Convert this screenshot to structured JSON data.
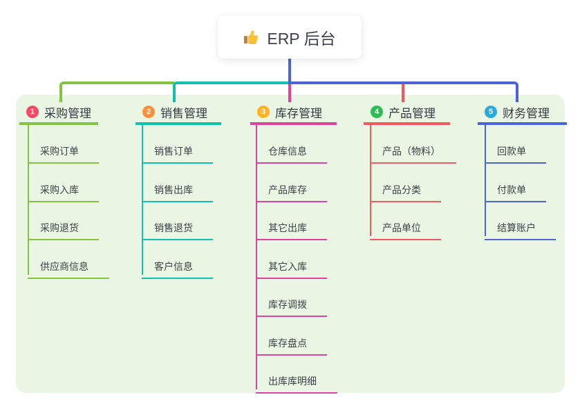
{
  "root": {
    "title": "ERP 后台",
    "icon_emoji": "👍"
  },
  "colors": {
    "canvas_bg": "#ffffff",
    "panel_bg": "#eaf6e4",
    "trunk_blue": "#4a63d8",
    "branch_line_colors": [
      "#82c341",
      "#11bfae",
      "#e0419f",
      "#f2595f",
      "#4a63d8"
    ],
    "badge_colors": [
      "#f54a63",
      "#ff8f3c",
      "#ffb321",
      "#2ebd55",
      "#29a9dd"
    ]
  },
  "branches": [
    {
      "index": "1",
      "title": "采购管理",
      "items": [
        "采购订单",
        "采购入库",
        "采购退货",
        "供应商信息"
      ]
    },
    {
      "index": "2",
      "title": "销售管理",
      "items": [
        "销售订单",
        "销售出库",
        "销售退货",
        "客户信息"
      ]
    },
    {
      "index": "3",
      "title": "库存管理",
      "items": [
        "仓库信息",
        "产品库存",
        "其它出库",
        "其它入库",
        "库存调拨",
        "库存盘点",
        "出库库明细"
      ]
    },
    {
      "index": "4",
      "title": "产品管理",
      "items": [
        "产品（物料）",
        "产品分类",
        "产品单位"
      ]
    },
    {
      "index": "5",
      "title": "财务管理",
      "items": [
        "回款单",
        "付款单",
        "结算账户"
      ]
    }
  ]
}
